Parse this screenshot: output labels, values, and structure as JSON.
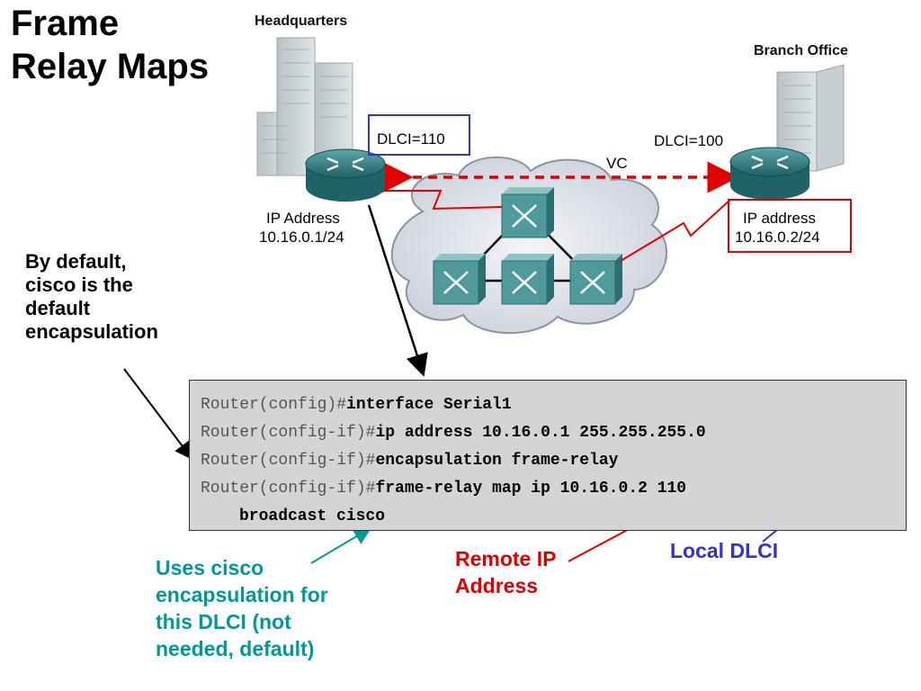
{
  "slide": {
    "title_line1": "Frame",
    "title_line2": "Relay Maps"
  },
  "diagram": {
    "headquarters_label": "Headquarters",
    "branch_label": "Branch Office",
    "dlci_hq": "DLCI=110",
    "dlci_branch": "DLCI=100",
    "vc_label": "VC",
    "hq_ip_line1": "IP Address",
    "hq_ip_line2": "10.16.0.1/24",
    "branch_ip_line1": "IP address",
    "branch_ip_line2": "10.16.0.2/24"
  },
  "side_note": {
    "line1": "By default,",
    "line2": "cisco is the",
    "line3": "default",
    "line4": "encapsulation"
  },
  "console": {
    "lines": [
      {
        "prompt": "Router(config)#",
        "command": "interface Serial1"
      },
      {
        "prompt": "Router(config-if)#",
        "command": "ip address 10.16.0.1 255.255.255.0"
      },
      {
        "prompt": "Router(config-if)#",
        "command": "encapsulation frame-relay"
      },
      {
        "prompt": "Router(config-if)#",
        "command": "frame-relay map ip ",
        "remote_ip": "10.16.0.2",
        "local_dlci": "110"
      },
      {
        "prompt": "",
        "command": "broadcast ",
        "encap": "cisco"
      }
    ]
  },
  "annotations": {
    "cisco_note_1": "Uses cisco",
    "cisco_note_2": "encapsulation for",
    "cisco_note_3": "this DLCI (not",
    "cisco_note_4": "needed, default)",
    "remote_ip_1": "Remote IP",
    "remote_ip_2": "Address",
    "local_dlci": "Local DLCI"
  },
  "colors": {
    "teal": "#009999",
    "red": "#e00000",
    "blue": "#3333cc",
    "router": "#2f7f82",
    "switch": "#4f9a9b",
    "cloud": "#d6dbe4"
  }
}
